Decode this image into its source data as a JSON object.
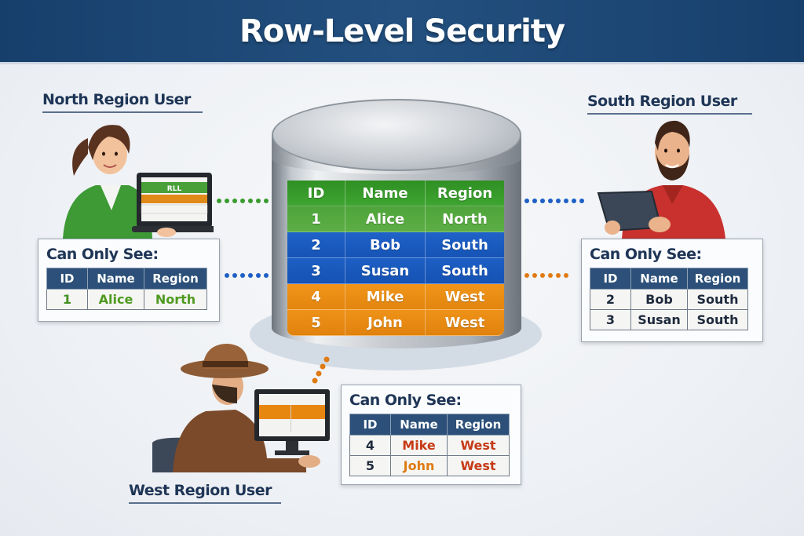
{
  "title": "Row-Level Security",
  "colors": {
    "header_bg": "#1d4775",
    "north": "#3e9a2e",
    "south": "#1a5bbf",
    "west": "#e8870f",
    "connector_green": "#3a9a2e",
    "connector_blue": "#1d5fc4",
    "connector_orange": "#e07a12"
  },
  "database": {
    "columns": [
      "ID",
      "Name",
      "Region"
    ],
    "rows": [
      {
        "id": "1",
        "name": "Alice",
        "region": "North",
        "group": "north"
      },
      {
        "id": "2",
        "name": "Bob",
        "region": "South",
        "group": "south"
      },
      {
        "id": "3",
        "name": "Susan",
        "region": "South",
        "group": "south"
      },
      {
        "id": "4",
        "name": "Mike",
        "region": "West",
        "group": "west"
      },
      {
        "id": "5",
        "name": "John",
        "region": "West",
        "group": "west"
      }
    ]
  },
  "users": {
    "north": {
      "title": "North Region User",
      "device_screen_label": "RLL",
      "card_title": "Can Only See:",
      "columns": [
        "ID",
        "Name",
        "Region"
      ],
      "rows": [
        {
          "id": "1",
          "name": "Alice",
          "region": "North"
        }
      ]
    },
    "south": {
      "title": "South Region User",
      "card_title": "Can Only See:",
      "columns": [
        "ID",
        "Name",
        "Region"
      ],
      "rows": [
        {
          "id": "2",
          "name": "Bob",
          "region": "South"
        },
        {
          "id": "3",
          "name": "Susan",
          "region": "South"
        }
      ]
    },
    "west": {
      "title": "West Region User",
      "card_title": "Can Only See:",
      "columns": [
        "ID",
        "Name",
        "Region"
      ],
      "rows": [
        {
          "id": "4",
          "name": "Mike",
          "region": "West"
        },
        {
          "id": "5",
          "name": "John",
          "region": "West"
        }
      ]
    }
  }
}
